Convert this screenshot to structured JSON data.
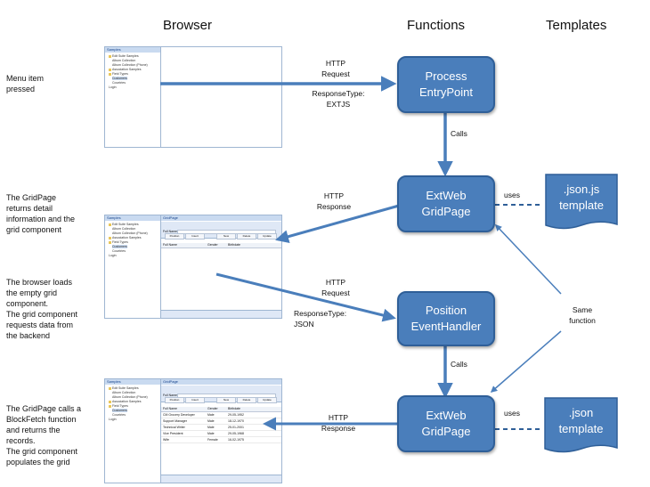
{
  "headers": {
    "browser": "Browser",
    "functions": "Functions",
    "templates": "Templates"
  },
  "side_notes": {
    "menu": [
      "Menu item",
      "pressed"
    ],
    "gridpage": [
      "The GridPage",
      "returns detail",
      "information and the",
      "grid component"
    ],
    "browser_loads": [
      "The browser loads",
      "the empty grid",
      "component.",
      "The grid component",
      "requests data from",
      "the backend"
    ],
    "blockfetch": [
      "The GridPage calls a",
      "BlockFetch function",
      "and returns the",
      "records.",
      "The grid component",
      "populates the grid"
    ]
  },
  "nodes": {
    "process": [
      "Process",
      "EntryPoint"
    ],
    "extweb1": [
      "ExtWeb",
      "GridPage"
    ],
    "position": [
      "Position",
      "EventHandler"
    ],
    "extweb2": [
      "ExtWeb",
      "GridPage"
    ]
  },
  "templates": {
    "t1": [
      ".json.js",
      "template"
    ],
    "t2": [
      ".json",
      "template"
    ]
  },
  "arrow_labels": {
    "http_request_1": [
      "HTTP",
      "Request"
    ],
    "response_type_1": [
      "ResponseType:",
      "EXTJS"
    ],
    "calls_1": "Calls",
    "http_response_1": [
      "HTTP",
      "Response"
    ],
    "uses_1": "uses",
    "http_request_2": [
      "HTTP",
      "Request"
    ],
    "response_type_2": [
      "ResponseType:",
      "JSON"
    ],
    "same_function": [
      "Same",
      "function"
    ],
    "calls_2": "Calls",
    "http_response_2": [
      "HTTP",
      "Response"
    ],
    "uses_2": "uses"
  },
  "screens": {
    "tree_title": "Samples",
    "tree_items": [
      "Edit Suite Samples",
      "Album Collection",
      "Album Collection (Phone)",
      "Association Samples",
      "Field Types",
      "Customers",
      "Countries",
      "Login"
    ],
    "grid_title": "GridPage",
    "field_label": "Full Name:",
    "buttons": [
      "Position",
      "Insert",
      "New",
      "Delete",
      "Update"
    ],
    "columns": [
      "Full Name",
      "Gender",
      "Birthdate"
    ],
    "rows": [
      [
        "CM Grocery Developer",
        "Male",
        "29-05-1952"
      ],
      [
        "Support Manager",
        "Male",
        "18-12-1970"
      ],
      [
        "Technical Writer",
        "Male",
        "25-01-2001"
      ],
      [
        "Vice President",
        "Male",
        "29-05-1968"
      ],
      [
        "Wife",
        "Female",
        "16-02-1975"
      ]
    ]
  },
  "colors": {
    "node_fill": "#4a7ebb",
    "node_border": "#2f5f98",
    "arrow": "#4a7ebb",
    "dashed": "#2f5f98"
  }
}
